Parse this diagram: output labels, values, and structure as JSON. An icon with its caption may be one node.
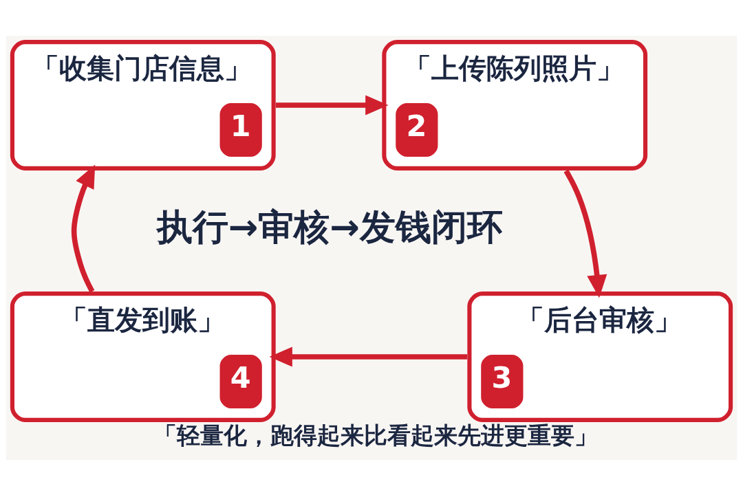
{
  "diagram": {
    "caption": "「轻量化，跑得起来比看起来先进更重要」",
    "nodes": [
      {
        "text": [
          "「收集门店信息」",
          "1"
        ]
      },
      {
        "text": [
          "「上传陈列照片」",
          "2"
        ]
      },
      {
        "text": [
          "「后台审核」",
          "3"
        ]
      },
      {
        "text": [
          "「直发到账」",
          "4"
        ]
      }
    ],
    "edges": [
      {
        "from": 0,
        "to": 1,
        "arrow": "to"
      },
      {
        "from": 1,
        "to": 2,
        "arrow": "to"
      },
      {
        "from": 2,
        "to": 3,
        "arrow": "to"
      },
      {
        "from": 3,
        "to": 0,
        "arrow": "to"
      }
    ],
    "labels": [
      "执行→审核→发钱闭环"
    ]
  }
}
